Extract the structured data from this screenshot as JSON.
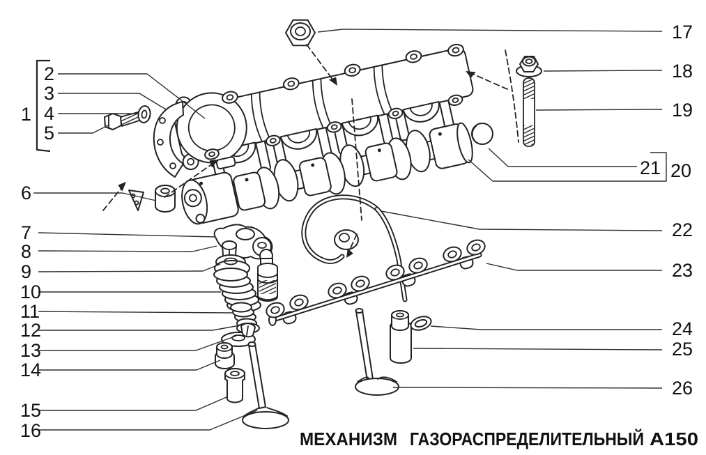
{
  "figure": {
    "caption": {
      "words": [
        "МЕХАНИЗМ",
        "ГАЗОРАСПРЕДЕЛИТЕЛЬНЫЙ",
        "А150"
      ]
    },
    "callouts": {
      "c1": "1",
      "c2": "2",
      "c3": "3",
      "c4": "4",
      "c5": "5",
      "c6": "6",
      "c7": "7",
      "c8": "8",
      "c9": "9",
      "c10": "10",
      "c11": "11",
      "c12": "12",
      "c13": "13",
      "c14": "14",
      "c15": "15",
      "c16": "16",
      "c17": "17",
      "c18": "18",
      "c19": "19",
      "c20": "20",
      "c21": "21",
      "c22": "22",
      "c23": "23",
      "c24": "24",
      "c25": "25",
      "c26": "26"
    },
    "colors": {
      "ink": "#222222",
      "paper": "#ffffff"
    }
  }
}
